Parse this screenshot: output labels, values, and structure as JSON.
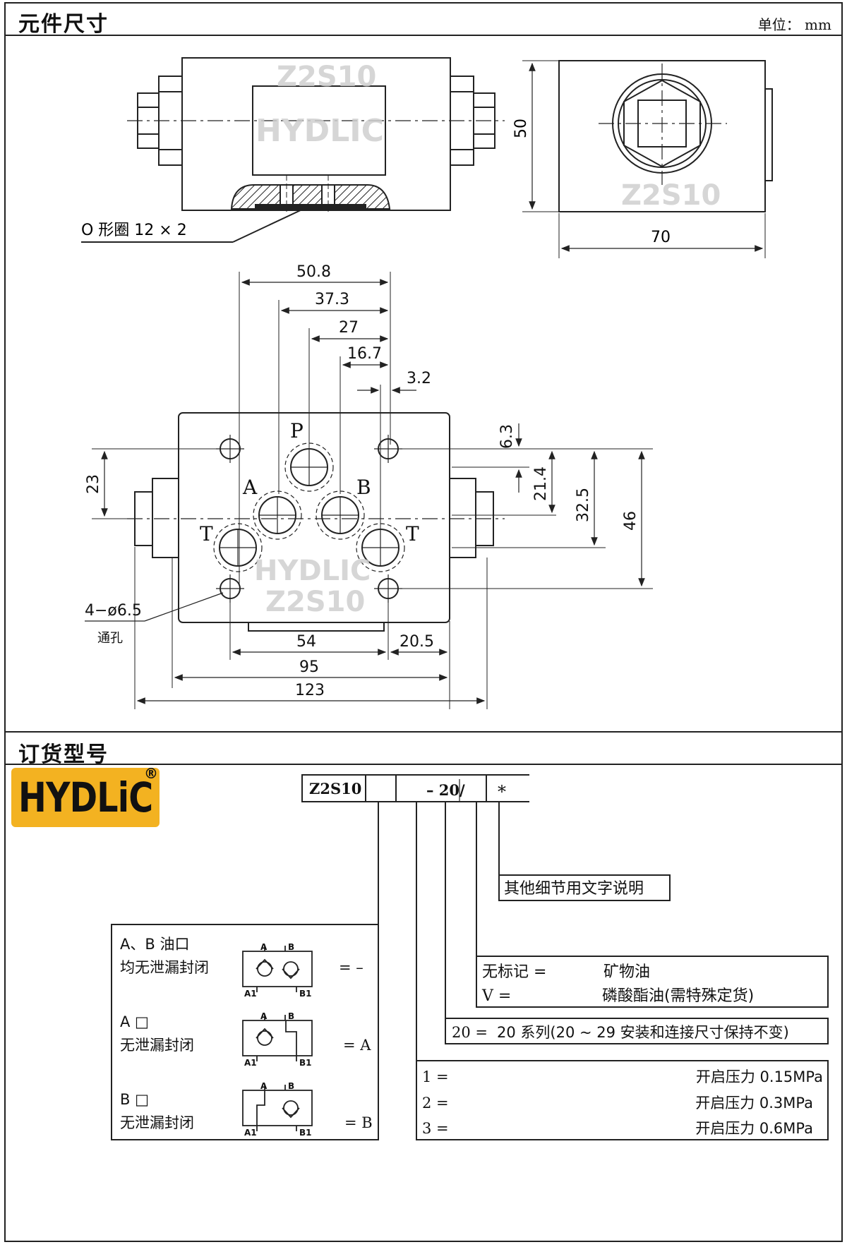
{
  "section1": {
    "title": "元件尺寸",
    "unit": "单位： mm"
  },
  "section2": {
    "title": "订货型号"
  },
  "watermark": {
    "model": "Z2S10",
    "brand": "HYDLIC"
  },
  "views": {
    "oring_label": "O 形圈 12 × 2",
    "side_dims": {
      "height": "50",
      "width": "70"
    },
    "plan_dims": {
      "top": [
        "50.8",
        "37.3",
        "27",
        "16.7",
        "3.2"
      ],
      "right": [
        "6.3",
        "21.4",
        "32.5",
        "46"
      ],
      "left": "23",
      "bottom": [
        "54",
        "20.5",
        "95",
        "123"
      ]
    },
    "ports": {
      "p": "P",
      "a": "A",
      "b": "B",
      "t_left": "T",
      "t_right": "T"
    },
    "hole_label": "4−ø6.5",
    "hole_note": "通孔"
  },
  "logo": {
    "text": "HYDLiC",
    "reg": "®",
    "color": "#f3b221"
  },
  "ordering": {
    "code_cells": [
      "Z2S10",
      "",
      "– 20/",
      "*"
    ],
    "other_note": "其他细节用文字说明",
    "fluid": [
      {
        "key": "无标记 =",
        "value": "矿物油"
      },
      {
        "key": "V        =",
        "value": "磷酸酯油(需特殊定货)"
      }
    ],
    "series": {
      "key": "20 =",
      "value": "20 系列(20 ~ 29 安装和连接尺寸保持不变)"
    },
    "pressure": [
      {
        "key": "1 =",
        "value": "开启压力 0.15MPa"
      },
      {
        "key": "2 =",
        "value": "开启压力 0.3MPa"
      },
      {
        "key": "3 =",
        "value": "开启压力 0.6MPa"
      }
    ],
    "seal_options": [
      {
        "line1": "A、B 油口",
        "line2": "均无泄漏封闭",
        "code": "= –"
      },
      {
        "line1": "A □",
        "line2": "无泄漏封闭",
        "code": "= A"
      },
      {
        "line1": "B □",
        "line2": "无泄漏封闭",
        "code": "= B"
      }
    ],
    "port_labels": {
      "a": "A",
      "b": "B",
      "a1": "A1",
      "b1": "B1"
    }
  }
}
